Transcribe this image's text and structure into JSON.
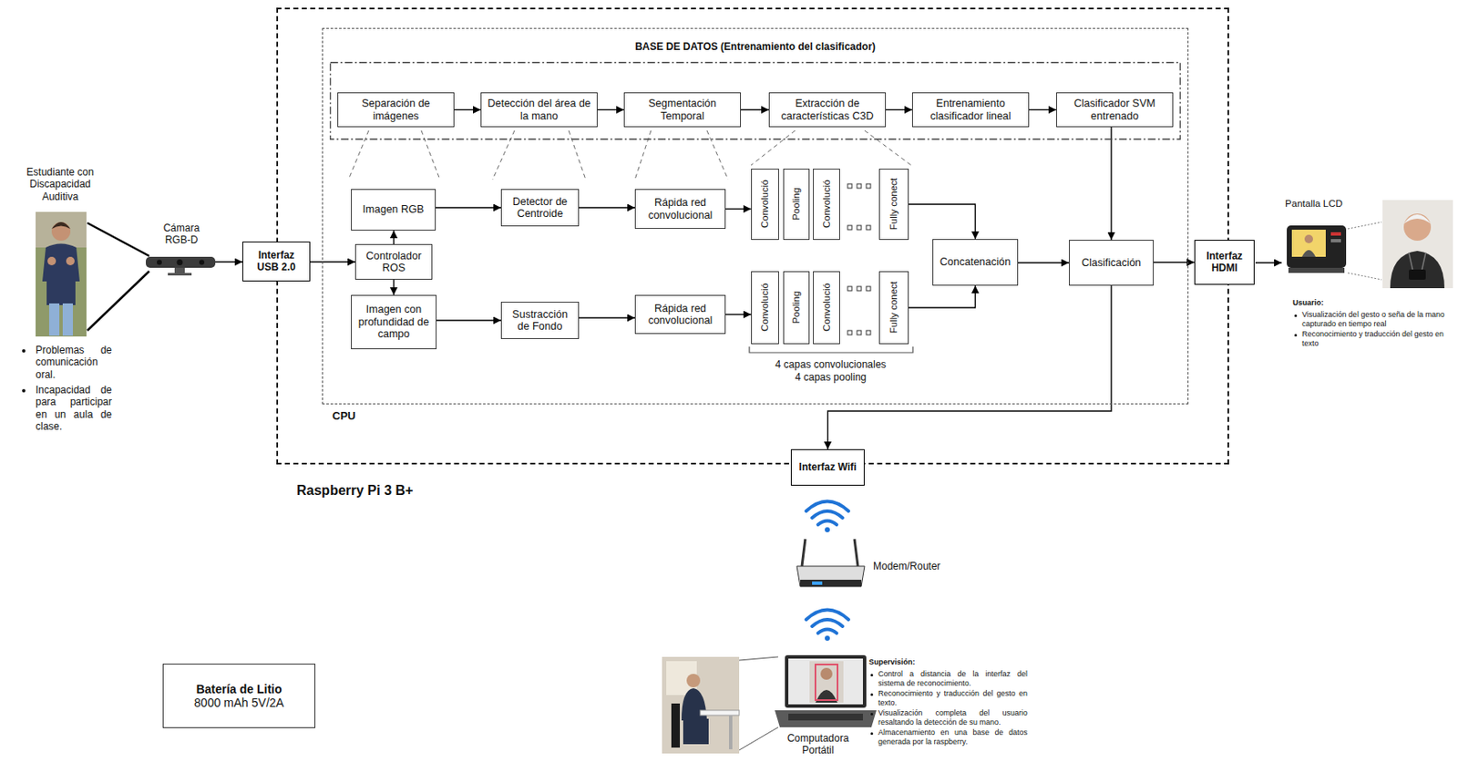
{
  "diagram": {
    "nodes": [
      {
        "text": [
          "Raspberry Pi 3 B+"
        ]
      },
      {
        "text": [
          "CPU"
        ],
        "in": 0
      },
      {
        "text": [
          "BASE DE DATOS (Entrenamiento del clasificador)"
        ],
        "in": 1
      },
      {
        "text": [
          "Separación de imágenes"
        ],
        "in": 2
      },
      {
        "text": [
          "Detección del área de la mano"
        ],
        "in": 2
      },
      {
        "text": [
          "Segmentación Temporal"
        ],
        "in": 2
      },
      {
        "text": [
          "Extracción de características C3D"
        ],
        "in": 2
      },
      {
        "text": [
          "Entrenamiento clasificador lineal"
        ],
        "in": 2
      },
      {
        "text": [
          "Clasificador SVM entrenado"
        ],
        "in": 2
      },
      {
        "text": [
          "Imagen RGB"
        ],
        "in": 1
      },
      {
        "text": [
          "Detector de Centroide"
        ],
        "in": 1
      },
      {
        "text": [
          "Rápida red convolucional"
        ],
        "in": 1
      },
      {
        "text": [
          "Convolució"
        ],
        "in": 1
      },
      {
        "text": [
          "Pooling"
        ],
        "in": 1
      },
      {
        "text": [
          "Convolució"
        ],
        "in": 1
      },
      {
        "text": [
          "Fully conect"
        ],
        "in": 1
      },
      {
        "text": [
          "Controlador ROS"
        ],
        "in": 1
      },
      {
        "text": [
          "Concatenación"
        ],
        "in": 1
      },
      {
        "text": [
          "Clasificación"
        ],
        "in": 1
      },
      {
        "text": [
          "Imagen con profundidad de campo"
        ],
        "in": 1
      },
      {
        "text": [
          "Sustracción de Fondo"
        ],
        "in": 1
      },
      {
        "text": [
          "Rápida red convolucional"
        ],
        "in": 1
      },
      {
        "text": [
          "Convolució"
        ],
        "in": 1
      },
      {
        "text": [
          "Pooling"
        ],
        "in": 1
      },
      {
        "text": [
          "Convolució"
        ],
        "in": 1
      },
      {
        "text": [
          "Fully conect"
        ],
        "in": 1
      },
      {
        "text": [
          "Interfaz USB 2.0"
        ]
      },
      {
        "text": [
          "Interfaz HDMI"
        ]
      },
      {
        "text": [
          "Interfaz Wifi"
        ]
      },
      {
        "text": [
          "Batería de Litio",
          "8000 mAh 5V/2A"
        ]
      }
    ],
    "edges": [
      {
        "from": 26,
        "to": 16,
        "arrow": "to"
      },
      {
        "from": 16,
        "to": 9,
        "arrow": "to"
      },
      {
        "from": 16,
        "to": 19,
        "arrow": "to"
      },
      {
        "from": 9,
        "to": 10,
        "arrow": "to"
      },
      {
        "from": 10,
        "to": 11,
        "arrow": "to"
      },
      {
        "from": 11,
        "to": 12,
        "arrow": "to"
      },
      {
        "from": 19,
        "to": 20,
        "arrow": "to"
      },
      {
        "from": 20,
        "to": 21,
        "arrow": "to"
      },
      {
        "from": 21,
        "to": 22,
        "arrow": "to"
      },
      {
        "from": 15,
        "to": 17,
        "arrow": "to"
      },
      {
        "from": 25,
        "to": 17,
        "arrow": "to"
      },
      {
        "from": 17,
        "to": 18,
        "arrow": "to"
      },
      {
        "from": 8,
        "to": 18,
        "arrow": "to"
      },
      {
        "from": 18,
        "to": 27,
        "arrow": "to"
      },
      {
        "from": 18,
        "to": 28,
        "arrow": "to"
      },
      {
        "from": 3,
        "to": 4,
        "arrow": "to"
      },
      {
        "from": 4,
        "to": 5,
        "arrow": "to"
      },
      {
        "from": 5,
        "to": 6,
        "arrow": "to"
      },
      {
        "from": 6,
        "to": 7,
        "arrow": "to"
      },
      {
        "from": 7,
        "to": 8,
        "arrow": "to"
      }
    ],
    "labels": [
      "Estudiante con Discapacidad Auditiva",
      "Problemas de comunicación oral.",
      "Incapacidad de para participar en un aula de clase.",
      "Cámara RGB-D",
      "4 capas convolucionales",
      "4 capas pooling",
      "Pantalla LCD",
      "Usuario:",
      "Visualización del gesto o seña de la mano capturado en tiempo real",
      "Reconocimiento y traducción del gesto en texto",
      "Modem/Router",
      "Computadora Portátil",
      "Supervisión:",
      "Control a distancia de la interfaz del sistema de reconocimiento.",
      "Reconocimiento y traducción del gesto en texto.",
      "Visualización completa del usuario resaltando la detección de su mano.",
      "Almacenamiento en una base de datos generada por la raspberry."
    ]
  }
}
